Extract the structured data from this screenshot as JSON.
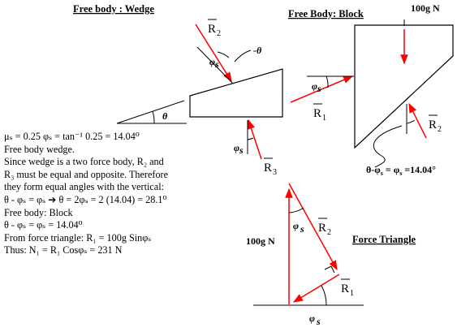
{
  "headings": {
    "wedge": "Free body : Wedge",
    "block": "Free Body: Block",
    "triangle": "Force Triangle"
  },
  "labels": {
    "r1": "R",
    "r1_sub": "1",
    "r2": "R",
    "r2_sub": "2",
    "r3": "R",
    "r3_sub": "3",
    "phi_s": "φ",
    "phi_s_sub": "s",
    "theta": "θ",
    "neg_theta": "-θ",
    "load": "100g N",
    "angle_relation": "θ-φ",
    "angle_relation_tail": " = φ",
    "angle_value": " =14.04°"
  },
  "colors": {
    "force": "#ff0000",
    "ink": "#000000"
  },
  "text": {
    "lines": [
      "μₛ = 0.25 φₛ = tan⁻¹ 0.25 = 14.04⁰",
      "Free body wedge.",
      "Since wedge is a two force body, R₂ and",
      "R₃ must be equal and opposite. Therefore",
      "they form equal angles with the vertical:",
      "θ - φₛ = φₛ ➔ θ = 2φₛ = 2 (14.04) = 28.1⁰",
      "Free body: Block",
      "θ - φₛ = φₛ = 14.04⁰",
      "From force triangle: R₁ = 100g Sinφₛ",
      "Thus: N₁ = R₁ Cosφₛ = 231 N"
    ]
  }
}
